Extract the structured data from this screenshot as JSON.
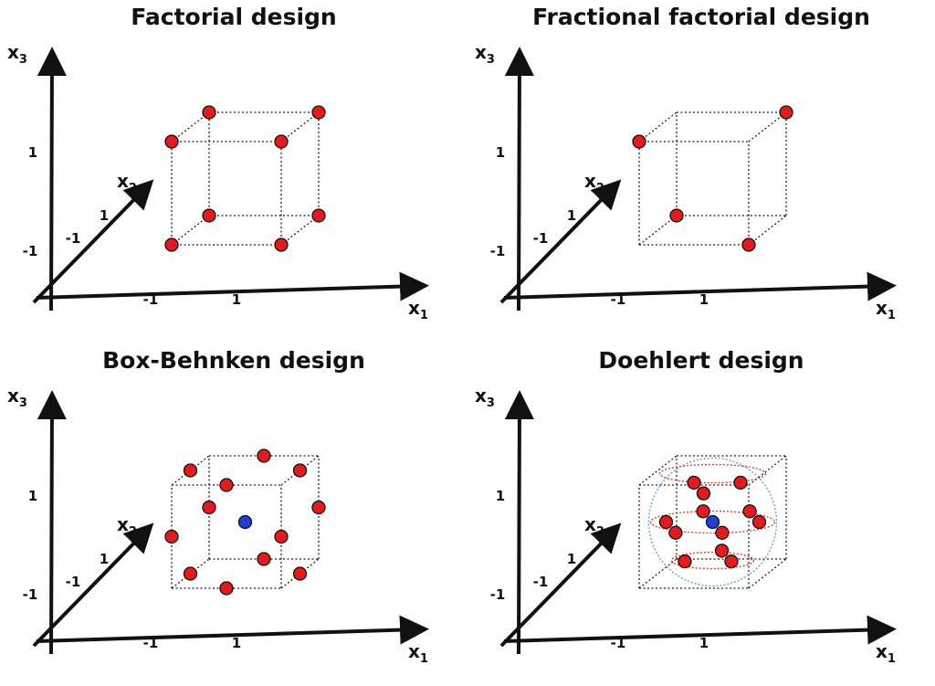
{
  "panels": [
    {
      "id": "factorial",
      "title": "Factorial design",
      "axes": {
        "x1": "x",
        "x1_sub": "1",
        "x2": "x",
        "x2_sub": "2",
        "x3": "x",
        "x3_sub": "3"
      },
      "ticks": {
        "x1_neg": "-1",
        "x1_pos": "1",
        "x2_neg": "-1",
        "x2_pos": "1",
        "x3_neg": "-1",
        "x3_pos": "1"
      },
      "points": [
        {
          "x1": -1,
          "x2": -1,
          "x3": -1,
          "kind": "factorial"
        },
        {
          "x1": 1,
          "x2": -1,
          "x3": -1,
          "kind": "factorial"
        },
        {
          "x1": -1,
          "x2": 1,
          "x3": -1,
          "kind": "factorial"
        },
        {
          "x1": 1,
          "x2": 1,
          "x3": -1,
          "kind": "factorial"
        },
        {
          "x1": -1,
          "x2": -1,
          "x3": 1,
          "kind": "factorial"
        },
        {
          "x1": 1,
          "x2": -1,
          "x3": 1,
          "kind": "factorial"
        },
        {
          "x1": -1,
          "x2": 1,
          "x3": 1,
          "kind": "factorial"
        },
        {
          "x1": 1,
          "x2": 1,
          "x3": 1,
          "kind": "factorial"
        }
      ]
    },
    {
      "id": "fractional",
      "title": "Fractional factorial design",
      "axes": {
        "x1": "x",
        "x1_sub": "1",
        "x2": "x",
        "x2_sub": "2",
        "x3": "x",
        "x3_sub": "3"
      },
      "ticks": {
        "x1_neg": "-1",
        "x1_pos": "1",
        "x2_neg": "-1",
        "x2_pos": "1",
        "x3_neg": "-1",
        "x3_pos": "1"
      },
      "points": [
        {
          "x1": 1,
          "x2": -1,
          "x3": -1,
          "kind": "factorial"
        },
        {
          "x1": -1,
          "x2": 1,
          "x3": -1,
          "kind": "factorial"
        },
        {
          "x1": -1,
          "x2": -1,
          "x3": 1,
          "kind": "factorial"
        },
        {
          "x1": 1,
          "x2": 1,
          "x3": 1,
          "kind": "factorial"
        }
      ]
    },
    {
      "id": "box-behnken",
      "title": "Box-Behnken design",
      "axes": {
        "x1": "x",
        "x1_sub": "1",
        "x2": "x",
        "x2_sub": "2",
        "x3": "x",
        "x3_sub": "3"
      },
      "ticks": {
        "x1_neg": "-1",
        "x1_pos": "1",
        "x2_neg": "-1",
        "x2_pos": "1",
        "x3_neg": "-1",
        "x3_pos": "1"
      },
      "points": [
        {
          "x1": -1,
          "x2": -1,
          "x3": 0,
          "kind": "edge"
        },
        {
          "x1": 1,
          "x2": -1,
          "x3": 0,
          "kind": "edge"
        },
        {
          "x1": -1,
          "x2": 1,
          "x3": 0,
          "kind": "edge"
        },
        {
          "x1": 1,
          "x2": 1,
          "x3": 0,
          "kind": "edge"
        },
        {
          "x1": -1,
          "x2": 0,
          "x3": -1,
          "kind": "edge"
        },
        {
          "x1": 1,
          "x2": 0,
          "x3": -1,
          "kind": "edge"
        },
        {
          "x1": -1,
          "x2": 0,
          "x3": 1,
          "kind": "edge"
        },
        {
          "x1": 1,
          "x2": 0,
          "x3": 1,
          "kind": "edge"
        },
        {
          "x1": 0,
          "x2": -1,
          "x3": -1,
          "kind": "edge"
        },
        {
          "x1": 0,
          "x2": 1,
          "x3": -1,
          "kind": "edge"
        },
        {
          "x1": 0,
          "x2": -1,
          "x3": 1,
          "kind": "edge"
        },
        {
          "x1": 0,
          "x2": 1,
          "x3": 1,
          "kind": "edge"
        },
        {
          "x1": 0,
          "x2": 0,
          "x3": 0,
          "kind": "center"
        }
      ]
    },
    {
      "id": "doehlert",
      "title": "Doehlert design",
      "axes": {
        "x1": "x",
        "x1_sub": "1",
        "x2": "x",
        "x2_sub": "2",
        "x3": "x",
        "x3_sub": "3"
      },
      "ticks": {
        "x1_neg": "-1",
        "x1_pos": "1",
        "x2_neg": "-1",
        "x2_pos": "1",
        "x3_neg": "-1",
        "x3_pos": "1"
      },
      "points": [
        {
          "x1": 0,
          "x2": 0,
          "x3": 0,
          "kind": "center"
        },
        {
          "x1": 1.0,
          "x2": 0,
          "x3": 0,
          "kind": "edge"
        },
        {
          "x1": -1.0,
          "x2": 0,
          "x3": 0,
          "kind": "edge"
        },
        {
          "x1": 0.5,
          "x2": 0.866,
          "x3": 0,
          "kind": "edge"
        },
        {
          "x1": -0.5,
          "x2": 0.866,
          "x3": 0,
          "kind": "edge"
        },
        {
          "x1": 0.5,
          "x2": -0.866,
          "x3": 0,
          "kind": "edge"
        },
        {
          "x1": -0.5,
          "x2": -0.866,
          "x3": 0,
          "kind": "edge"
        },
        {
          "x1": 0.5,
          "x2": 0.289,
          "x3": 0.816,
          "kind": "edge"
        },
        {
          "x1": -0.5,
          "x2": 0.289,
          "x3": 0.816,
          "kind": "edge"
        },
        {
          "x1": 0.0,
          "x2": -0.577,
          "x3": 0.816,
          "kind": "edge"
        },
        {
          "x1": 0.5,
          "x2": -0.289,
          "x3": -0.816,
          "kind": "edge"
        },
        {
          "x1": -0.5,
          "x2": -0.289,
          "x3": -0.816,
          "kind": "edge"
        },
        {
          "x1": 0.0,
          "x2": 0.577,
          "x3": -0.816,
          "kind": "edge"
        }
      ]
    }
  ],
  "colors": {
    "point": "#e41a1c",
    "center": "#1f3fd6",
    "sphere": "#6aa8d8",
    "ring": "#d9342b",
    "axis": "#111111",
    "cube": "#222222"
  }
}
